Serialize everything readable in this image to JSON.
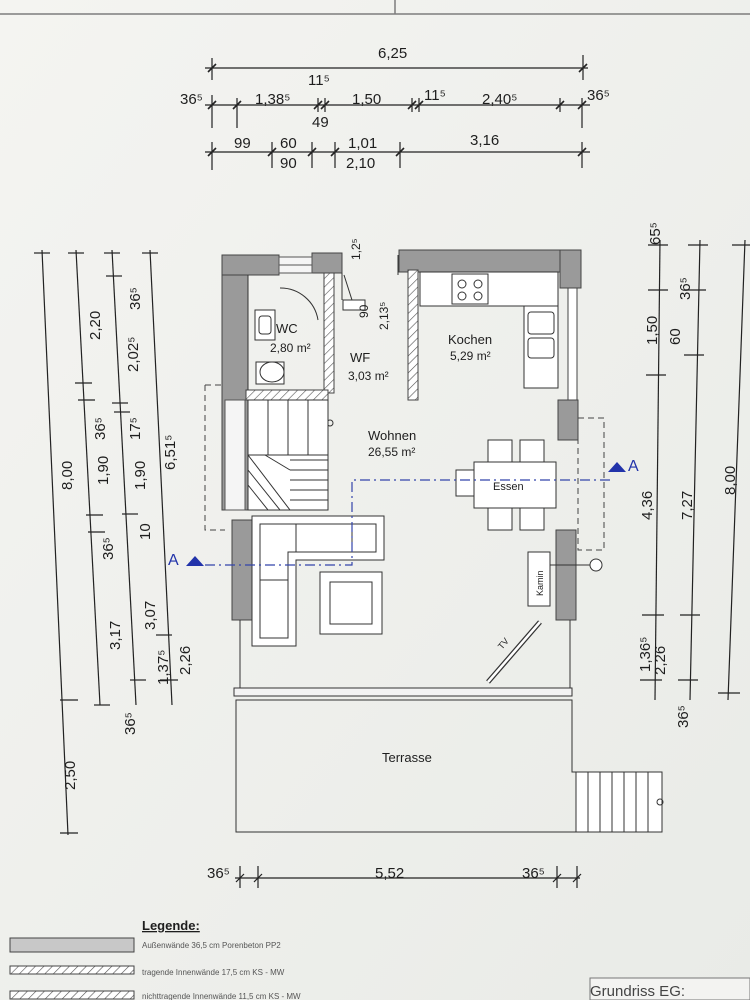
{
  "rooms": {
    "wc": {
      "name": "WC",
      "area": "2,80 m²"
    },
    "wf": {
      "name": "WF",
      "area": "3,03 m²"
    },
    "kochen": {
      "name": "Kochen",
      "area": "5,29 m²"
    },
    "wohnen": {
      "name": "Wohnen",
      "area": "26,55 m²"
    },
    "essen": "Essen",
    "kamin": "Kamin",
    "tv": "TV",
    "terrasse": "Terrasse"
  },
  "section_marks": {
    "left": "A",
    "right": "A"
  },
  "dims_top": {
    "overall": "6,25",
    "wall_top": "11⁵",
    "r1": [
      "36⁵",
      "1,38⁵",
      "1,50",
      "11⁵",
      "2,40⁵",
      "36⁵"
    ],
    "r1_sub": "49",
    "r2": [
      "99",
      "60",
      "1,01",
      "3,16"
    ],
    "r2_sub": [
      "90",
      "2,10"
    ]
  },
  "dims_door": [
    "1,2⁵",
    "90",
    "2,13⁵"
  ],
  "dims_left": {
    "c1": [
      "8,00",
      "2,50"
    ],
    "c2": [
      "2,20",
      "36⁵",
      "1,90",
      "36⁵",
      "3,17",
      "36⁵"
    ],
    "c3": [
      "36⁵",
      "2,02⁵",
      "17⁵",
      "1,90",
      "10",
      "3,07"
    ],
    "c4": [
      "6,51⁵",
      "1,37⁵",
      "2,26"
    ]
  },
  "dims_right": {
    "c1": [
      "65⁵",
      "1,50",
      "4,36",
      "1,36⁵",
      "36⁵"
    ],
    "c2": [
      "36⁵",
      "60",
      "7,27",
      "2,26"
    ],
    "c3": [
      "8,00"
    ]
  },
  "dims_bottom": [
    "36⁵",
    "5,52",
    "36⁵"
  ],
  "legend": {
    "title": "Legende:",
    "items": [
      "Außenwände 36,5 cm Porenbeton PP2",
      "tragende Innenwände 17,5 cm KS - MW",
      "nichttragende Innenwände 11,5 cm KS - MW"
    ]
  },
  "plan_title": "Grundriss EG:"
}
